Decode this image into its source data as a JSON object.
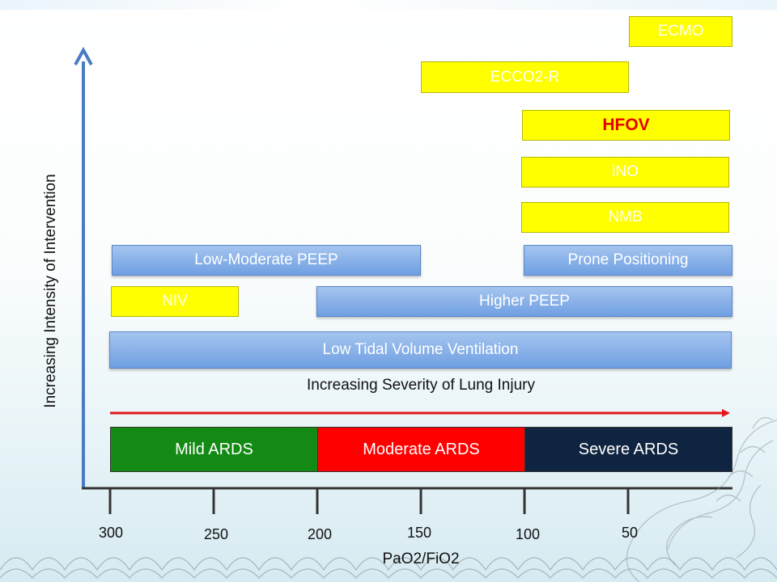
{
  "interventions": {
    "ecmo": "ECMO",
    "ecco2r": "ECCO2-R",
    "hfov": "HFOV",
    "ino": "iNO",
    "nmb": "NMB",
    "low_moderate_peep": "Low-Moderate PEEP",
    "prone_positioning": "Prone Positioning",
    "niv": "NIV",
    "higher_peep": "Higher PEEP",
    "low_tidal_volume": "Low Tidal Volume Ventilation"
  },
  "severity_caption": "Increasing Severity of Lung Injury",
  "stages": {
    "mild": "Mild ARDS",
    "moderate": "Moderate ARDS",
    "severe": "Severe ARDS"
  },
  "y_axis_label": "Increasing Intensity of Intervention",
  "x_axis_label": "PaO2/FiO2",
  "x_ticks": [
    "300",
    "250",
    "200",
    "150",
    "100",
    "50"
  ],
  "colors": {
    "yellow_box": "#ffff00",
    "blue_box": "#7aa7e6",
    "mild": "#138a13",
    "moderate": "#ff0000",
    "severe": "#0f2440",
    "severity_arrow": "#e3141b",
    "y_axis": "#4a7cc4",
    "hfov_text": "#e60000"
  }
}
